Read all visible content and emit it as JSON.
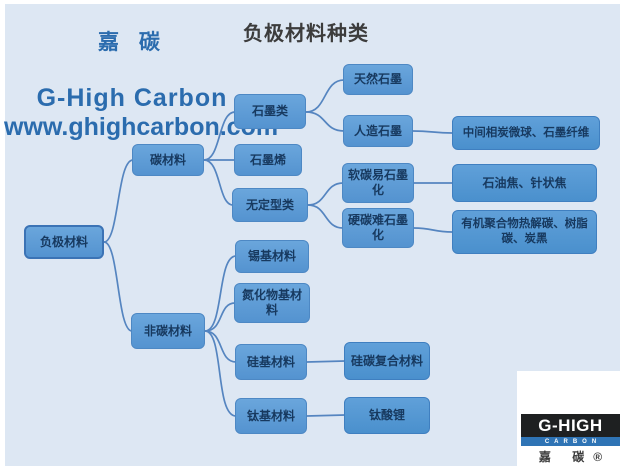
{
  "page": {
    "title": "负极材料种类",
    "brand_cn": "嘉 碳",
    "brand_en": "G-High Carbon",
    "brand_url": "www.ghighcarbon.com"
  },
  "colors": {
    "panel_bg": "#dde7f3",
    "node_fill": "#5b9bd5",
    "node_border": "#4d88c4",
    "node_text": "#17395f",
    "connector": "#5585c0",
    "brand_blue": "#2b6cae",
    "logo_black": "#1e2021",
    "logo_blue": "#2f74b5"
  },
  "nodes": {
    "root": {
      "label": "负极材料"
    },
    "carbon": {
      "label": "碳材料"
    },
    "noncarbon": {
      "label": "非碳材料"
    },
    "graphite": {
      "label": "石墨类"
    },
    "graphene": {
      "label": "石墨烯"
    },
    "amorphous": {
      "label": "无定型类"
    },
    "natural": {
      "label": "天然石墨"
    },
    "artificial": {
      "label": "人造石墨"
    },
    "mcmb": {
      "label": "中间相炭微球、石墨纤维"
    },
    "soft": {
      "label": "软碳易石墨化"
    },
    "coke": {
      "label": "石油焦、针状焦"
    },
    "hard": {
      "label": "硬碳难石墨化"
    },
    "pyro": {
      "label": "有机聚合物热解碳、树脂碳、炭黑"
    },
    "tin": {
      "label": "锡基材料"
    },
    "nitride": {
      "label": "氮化物基材料"
    },
    "silicon": {
      "label": "硅基材料"
    },
    "sic": {
      "label": "硅碳复合材料"
    },
    "titanium": {
      "label": "钛基材料"
    },
    "lto": {
      "label": "钛酸锂"
    }
  },
  "edges": [
    [
      "root",
      "carbon"
    ],
    [
      "root",
      "noncarbon"
    ],
    [
      "carbon",
      "graphite"
    ],
    [
      "carbon",
      "graphene"
    ],
    [
      "carbon",
      "amorphous"
    ],
    [
      "graphite",
      "natural"
    ],
    [
      "graphite",
      "artificial"
    ],
    [
      "artificial",
      "mcmb"
    ],
    [
      "amorphous",
      "soft"
    ],
    [
      "amorphous",
      "hard"
    ],
    [
      "soft",
      "coke"
    ],
    [
      "hard",
      "pyro"
    ],
    [
      "noncarbon",
      "tin"
    ],
    [
      "noncarbon",
      "nitride"
    ],
    [
      "noncarbon",
      "silicon"
    ],
    [
      "noncarbon",
      "titanium"
    ],
    [
      "silicon",
      "sic"
    ],
    [
      "titanium",
      "lto"
    ]
  ],
  "logo": {
    "line1": "G-HIGH",
    "line2": "CARBON",
    "line3": "嘉 碳®"
  }
}
